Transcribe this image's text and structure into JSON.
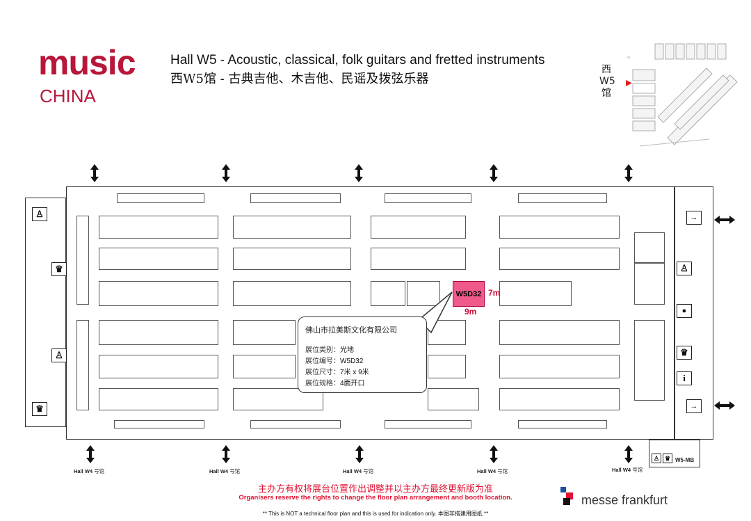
{
  "logo": {
    "line1": "music",
    "line2": "CHINA"
  },
  "title": {
    "en": "Hall W5 - Acoustic, classical, folk guitars and fretted instruments",
    "cn": "西W5馆 - 古典吉他、木吉他、民谣及拨弦乐器"
  },
  "location_marker": {
    "lines": [
      "西",
      "W5",
      "馆"
    ]
  },
  "highlight_booth": {
    "id": "W5D32",
    "width_label": "7m",
    "depth_label": "9m"
  },
  "callout": {
    "company": "佛山市拉美斯文化有限公司",
    "rows": [
      {
        "label": "展位类别：",
        "value": "光地"
      },
      {
        "label": "展位编号：",
        "value": "W5D32"
      },
      {
        "label": "展位尺寸：",
        "value": "7米 x 9米"
      },
      {
        "label": "展位规格：",
        "value": "4面开口"
      }
    ]
  },
  "bottom_halls": [
    {
      "en": "Hall W4",
      "cn": "号馆"
    },
    {
      "en": "Hall W4",
      "cn": "号馆"
    },
    {
      "en": "Hall W4",
      "cn": "号馆"
    },
    {
      "en": "Hall W4",
      "cn": "号馆"
    },
    {
      "en": "Hall W4",
      "cn": "号馆"
    }
  ],
  "side_icons": {
    "info": "i",
    "w5mb": "W5-MB"
  },
  "footer": {
    "cn": "主办方有权将展台位置作出调整并以主办方最终更新版为准",
    "en": "Organisers reserve the rights to change the floor plan arrangement and booth location.",
    "note": "** This is NOT a technical floor plan and  this is used for  indication only.  本图非搭建用图纸 **"
  },
  "brand": {
    "name": "messe frankfurt"
  },
  "colors": {
    "brand_red": "#b8173a",
    "highlight": "#f05a8a",
    "note_red": "#e01030"
  }
}
